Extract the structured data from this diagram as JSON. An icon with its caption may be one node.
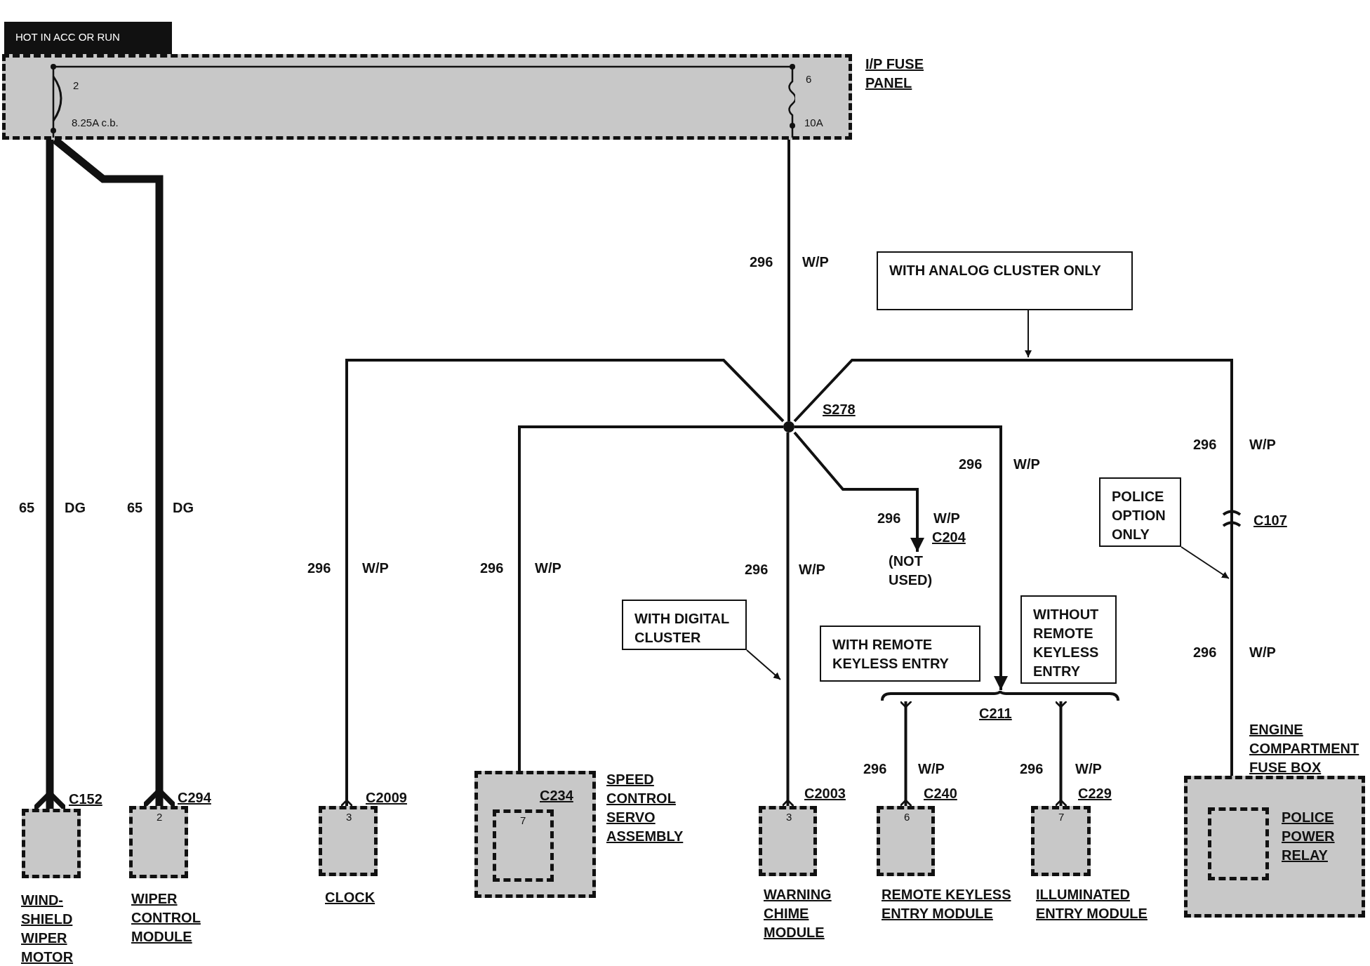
{
  "diagram": {
    "nodes": [
      {
        "text": [
          "I/P FUSE PANEL"
        ]
      },
      {
        "text": [
          "WIND- SHIELD WIPER MOTOR"
        ],
        "beside": [
          "C152"
        ]
      },
      {
        "text": [
          "2",
          "WIPER CONTROL MODULE"
        ],
        "beside": [
          "C294"
        ]
      },
      {
        "text": [
          "3",
          "CLOCK"
        ],
        "beside": [
          "C2009"
        ]
      },
      {
        "text": [
          "SPEED CONTROL SERVO ASSEMBLY"
        ]
      },
      {
        "text": [
          "7"
        ],
        "in": 4,
        "beside": [
          "C234"
        ]
      },
      {
        "text": [
          "3",
          "WARNING CHIME MODULE"
        ],
        "beside": [
          "C2003"
        ]
      },
      {
        "text": [
          "6",
          "REMOTE KEYLESS ENTRY MODULE"
        ],
        "beside": [
          "C240"
        ]
      },
      {
        "text": [
          "7",
          "ILLUMINATED ENTRY MODULE"
        ],
        "beside": [
          "C229"
        ]
      },
      {
        "text": [
          "ENGINE COMPARTMENT FUSE BOX"
        ]
      },
      {
        "text": [
          "POLICE POWER RELAY"
        ],
        "in": 9
      },
      {
        "text": [
          "S278"
        ]
      },
      {
        "text": [
          "(NOT USED)"
        ],
        "beside": [
          "C204"
        ]
      },
      {
        "text": [
          "C211"
        ]
      },
      {
        "text": [
          "WITH ANALOG CLUSTER ONLY"
        ]
      },
      {
        "text": [
          "WITH DIGITAL CLUSTER"
        ]
      },
      {
        "text": [
          "WITH REMOTE KEYLESS ENTRY"
        ]
      },
      {
        "text": [
          "WITHOUT REMOTE KEYLESS ENTRY"
        ]
      },
      {
        "text": [
          "POLICE OPTION ONLY"
        ]
      },
      {
        "text": [
          "HOT IN ACC OR RUN"
        ]
      }
    ],
    "edges": [
      {
        "from": 0,
        "to": 1,
        "arrow": "other",
        "style": "thick"
      },
      {
        "from": 0,
        "to": 2,
        "arrow": "other",
        "style": "thick"
      },
      {
        "from": 0,
        "to": 11,
        "arrow": "none"
      },
      {
        "from": 11,
        "to": 3,
        "arrow": "other"
      },
      {
        "from": 11,
        "to": 5,
        "arrow": "other"
      },
      {
        "from": 11,
        "to": 6,
        "arrow": "other"
      },
      {
        "from": 11,
        "to": 12,
        "arrow": "to"
      },
      {
        "from": 11,
        "to": 13,
        "arrow": "to"
      },
      {
        "from": 13,
        "to": 7,
        "arrow": "other"
      },
      {
        "from": 13,
        "to": 8,
        "arrow": "other"
      },
      {
        "from": 11,
        "to": 10,
        "arrow": "other"
      },
      {
        "from": 14,
        "to": null,
        "arrow": "to"
      },
      {
        "from": 15,
        "to": null,
        "arrow": "to"
      },
      {
        "from": 18,
        "to": null,
        "arrow": "to"
      }
    ],
    "labels": [
      "2",
      "8.25A c.b.",
      "6",
      "10A",
      "296",
      "W/P",
      "296",
      "W/P",
      "296",
      "W/P",
      "65",
      "DG",
      "65",
      "DG",
      "296",
      "W/P",
      "C107",
      "296",
      "W/P",
      "296",
      "W/P",
      "296",
      "W/P",
      "296",
      "W/P",
      "296",
      "W/P",
      "296",
      "W/P"
    ]
  }
}
